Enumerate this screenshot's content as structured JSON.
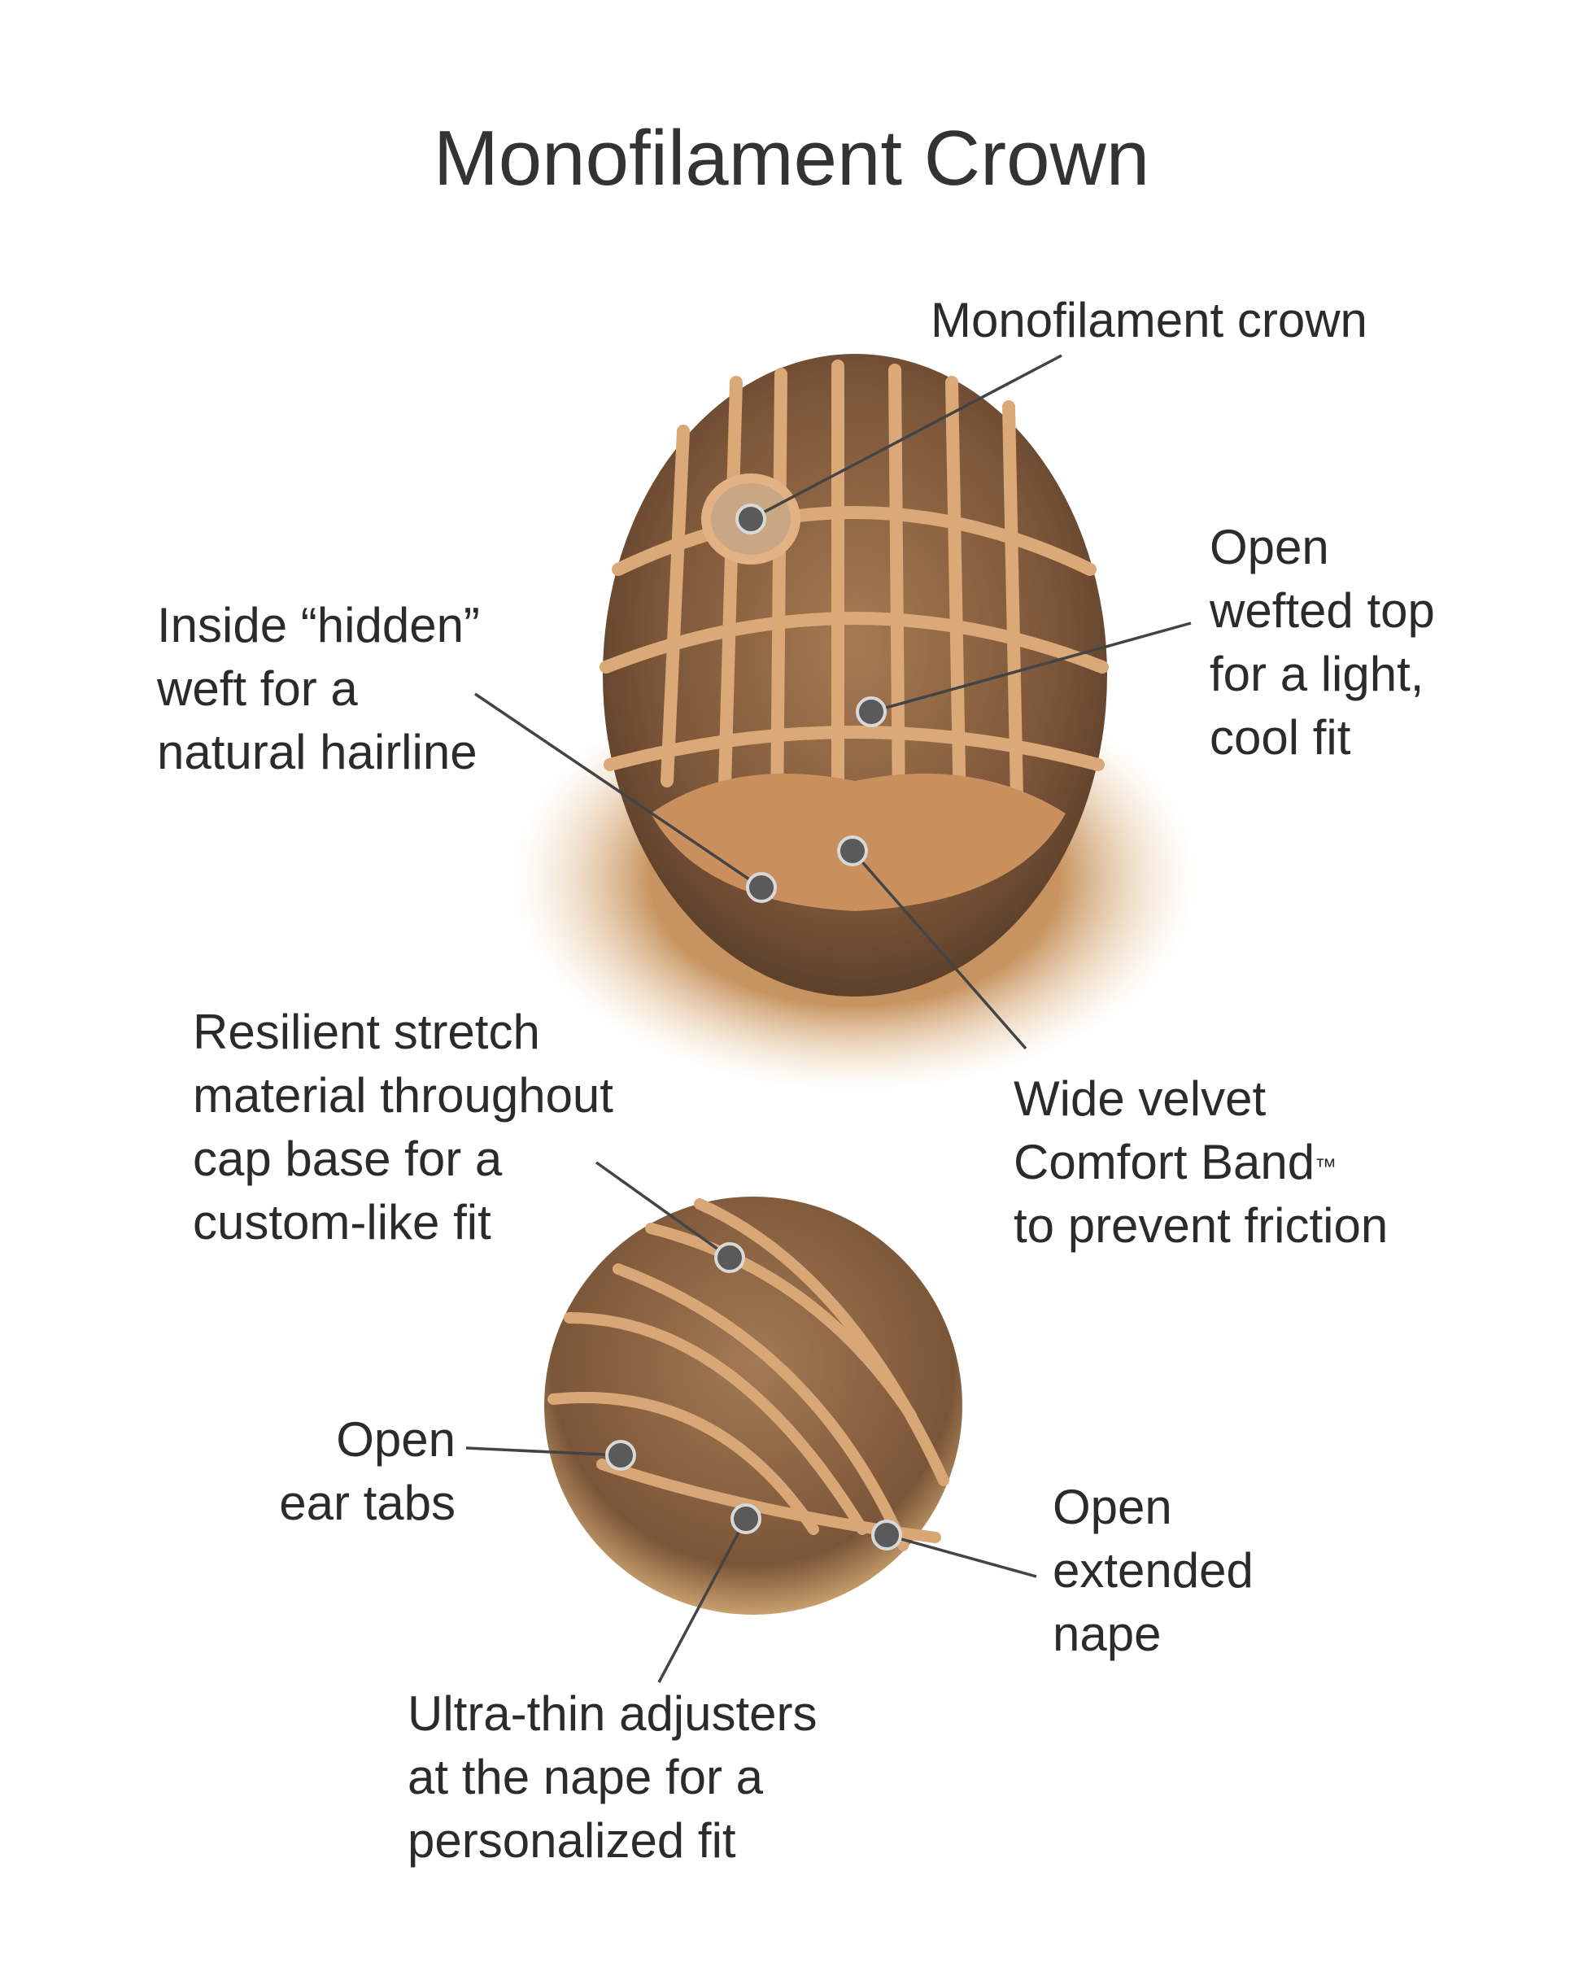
{
  "title": "Monofilament Crown",
  "callouts": {
    "monofilament_crown": [
      "Monofilament crown"
    ],
    "open_wefted_top": [
      "Open",
      "wefted top",
      "for a light,",
      "cool fit"
    ],
    "hidden_weft": [
      "Inside “hidden”",
      "weft for a",
      "natural hairline"
    ],
    "velvet_band": {
      "line1": "Wide velvet",
      "line2": "Comfort Band",
      "tm": "™",
      "line3": "to prevent friction"
    },
    "stretch_material": [
      "Resilient stretch",
      "material throughout",
      "cap base for a",
      "custom-like fit"
    ],
    "ear_tabs": [
      "Open",
      "ear tabs"
    ],
    "extended_nape": [
      "Open",
      "extended",
      "nape"
    ],
    "adjusters": [
      "Ultra-thin adjusters",
      "at the nape for a",
      "personalized fit"
    ]
  },
  "colors": {
    "cap": "#d9a575",
    "hair": "#8a6443",
    "leader": "#444444",
    "dot": "#5a5a5a"
  }
}
